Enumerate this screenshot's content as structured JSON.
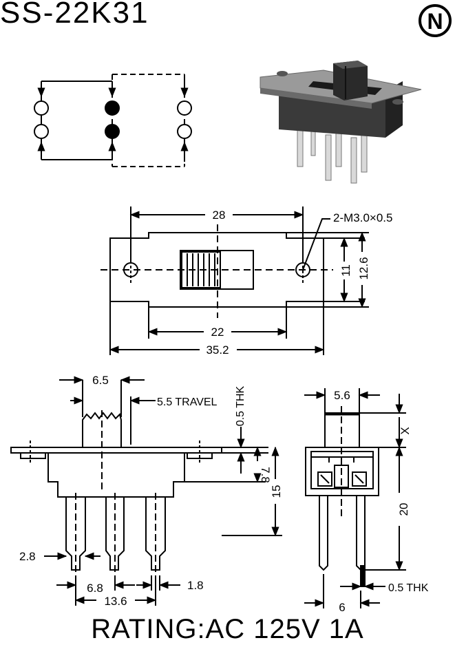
{
  "title": "SS-22K31",
  "brand_mark": "N",
  "rating": "RATING:AC 125V 1A",
  "top_view": {
    "dim_length": "28",
    "dim_hole": "2-M3.0×0.5",
    "dim_inner_height": "11",
    "dim_outer_height": "12.6",
    "dim_body": "22",
    "dim_total": "35.2"
  },
  "side_view": {
    "dim_actuator": "6.5",
    "dim_travel": "5.5 TRAVEL",
    "dim_thk": "0.5 THK",
    "dim_body_height": "7.8",
    "dim_total_height": "15",
    "dim_pin_width": "2.8",
    "dim_pin_pitch": "6.8",
    "dim_pin_span": "13.6",
    "dim_pin_thk": "1.8"
  },
  "end_view": {
    "dim_actuator_width": "5.6",
    "dim_x": "X",
    "dim_pin_length": "20",
    "dim_pin_thk": "0.5 THK",
    "dim_pin_spacing": "6"
  }
}
